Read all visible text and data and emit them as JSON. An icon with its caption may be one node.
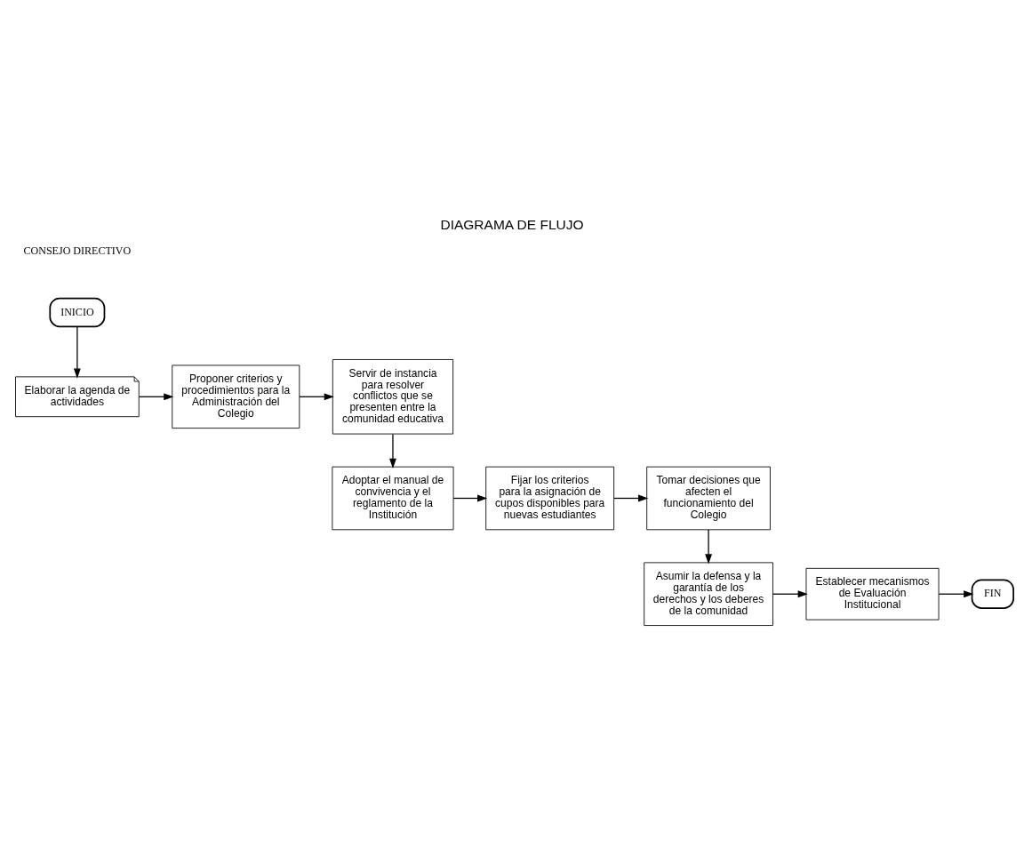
{
  "diagram": {
    "title": "DIAGRAMA DE FLUJO",
    "nodes": [
      {
        "text": [
          "INICIO"
        ]
      },
      {
        "text": [
          "Elaborar la agenda de actividades"
        ]
      },
      {
        "text": [
          "Proponer criterios y procedimientos para la Administración del Colegio"
        ]
      },
      {
        "text": [
          "Servir de instancia para resolver conflictos que se presenten entre la comunidad educativa"
        ]
      },
      {
        "text": [
          "Adoptar el manual de convivencia y el reglamento de la Institución"
        ]
      },
      {
        "text": [
          "Fijar los criterios para la asignación de cupos disponibles para nuevas estudiantes"
        ]
      },
      {
        "text": [
          "Tomar decisiones que afecten el funcionamiento del Colegio"
        ]
      },
      {
        "text": [
          "Asumir la defensa y la garantía de los derechos y los deberes de la comunidad"
        ]
      },
      {
        "text": [
          "Establecer mecanismos de Evaluación Institucional"
        ]
      },
      {
        "text": [
          "FIN"
        ]
      }
    ],
    "edges": [
      {
        "from": 0,
        "to": 1,
        "arrow": "to"
      },
      {
        "from": 1,
        "to": 2,
        "arrow": "to"
      },
      {
        "from": 2,
        "to": 3,
        "arrow": "to"
      },
      {
        "from": 3,
        "to": 4,
        "arrow": "to"
      },
      {
        "from": 4,
        "to": 5,
        "arrow": "to"
      },
      {
        "from": 5,
        "to": 6,
        "arrow": "to"
      },
      {
        "from": 6,
        "to": 7,
        "arrow": "to"
      },
      {
        "from": 7,
        "to": 8,
        "arrow": "to"
      },
      {
        "from": 8,
        "to": 9,
        "arrow": "to"
      }
    ],
    "labels": [
      "CONSEJO DIRECTIVO"
    ]
  }
}
